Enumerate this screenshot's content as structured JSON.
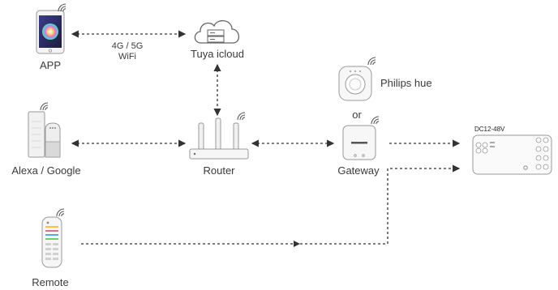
{
  "labels": {
    "app": "APP",
    "link_app_cloud_line1": "4G / 5G",
    "link_app_cloud_line2": "WiFi",
    "cloud": "Tuya icloud",
    "philips": "Philips hue",
    "or": "or",
    "alexa": "Alexa / Google",
    "router": "Router",
    "gateway": "Gateway",
    "controller_voltage": "DC12-48V",
    "remote": "Remote"
  },
  "icons": {
    "app": "smartphone-icon",
    "cloud": "cloud-server-icon",
    "philips": "hue-bridge-icon",
    "alexa": "smart-speakers-icon",
    "router": "wifi-router-icon",
    "gateway": "gateway-icon",
    "controller": "led-controller-icon",
    "remote": "remote-control-icon",
    "wireless": "wireless-signal-icon"
  },
  "colors": {
    "line": "#333333",
    "device_stroke": "#9a9a9a",
    "signal": "#555555"
  }
}
